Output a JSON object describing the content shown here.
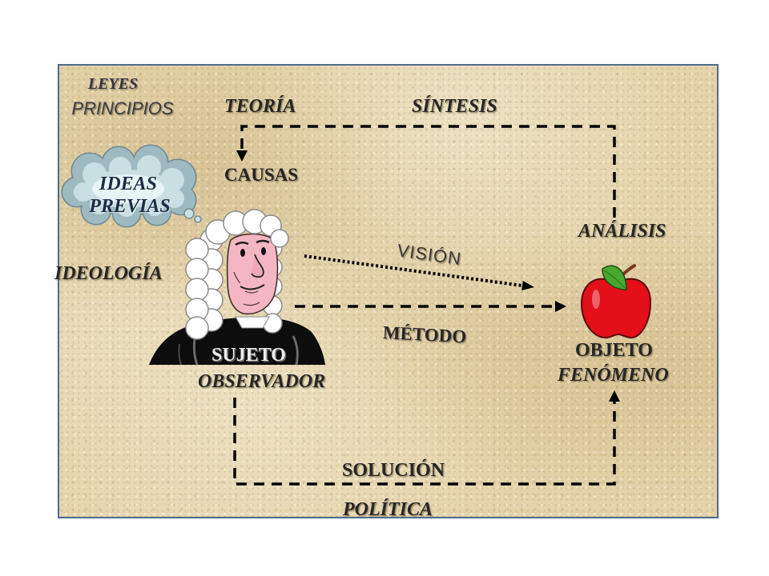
{
  "slide": {
    "labels": {
      "leyes": "LEYES",
      "principios": "PRINCIPIOS",
      "teoria": "TEORÍA",
      "sintesis": "SÍNTESIS",
      "causas": "CAUSAS",
      "ideas": "IDEAS",
      "previas": "PREVIAS",
      "analisis": "ANÁLISIS",
      "vision": "VISIÓN",
      "ideologia": "IDEOLOGÍA",
      "metodo": "MÉTODO",
      "sujeto": "SUJETO",
      "observador": "OBSERVADOR",
      "objeto": "OBJETO",
      "fenomeno": "FENÓMENO",
      "solucion": "SOLUCIÓN",
      "politica": "POLÍTICA"
    }
  },
  "icons": {
    "thought_cloud": "thought-cloud-icon",
    "subject_figure": "wigged-scholar-icon",
    "object": "apple-icon"
  },
  "colors": {
    "page_background": "#ffffff",
    "parchment": "#e4d3ab",
    "frame_border": "#4f6b8f",
    "label_text": "#262626",
    "cloud": "#9fb9c1",
    "apple_red": "#e30f19",
    "leaf_green": "#46a82e",
    "arrow": "#000000"
  }
}
